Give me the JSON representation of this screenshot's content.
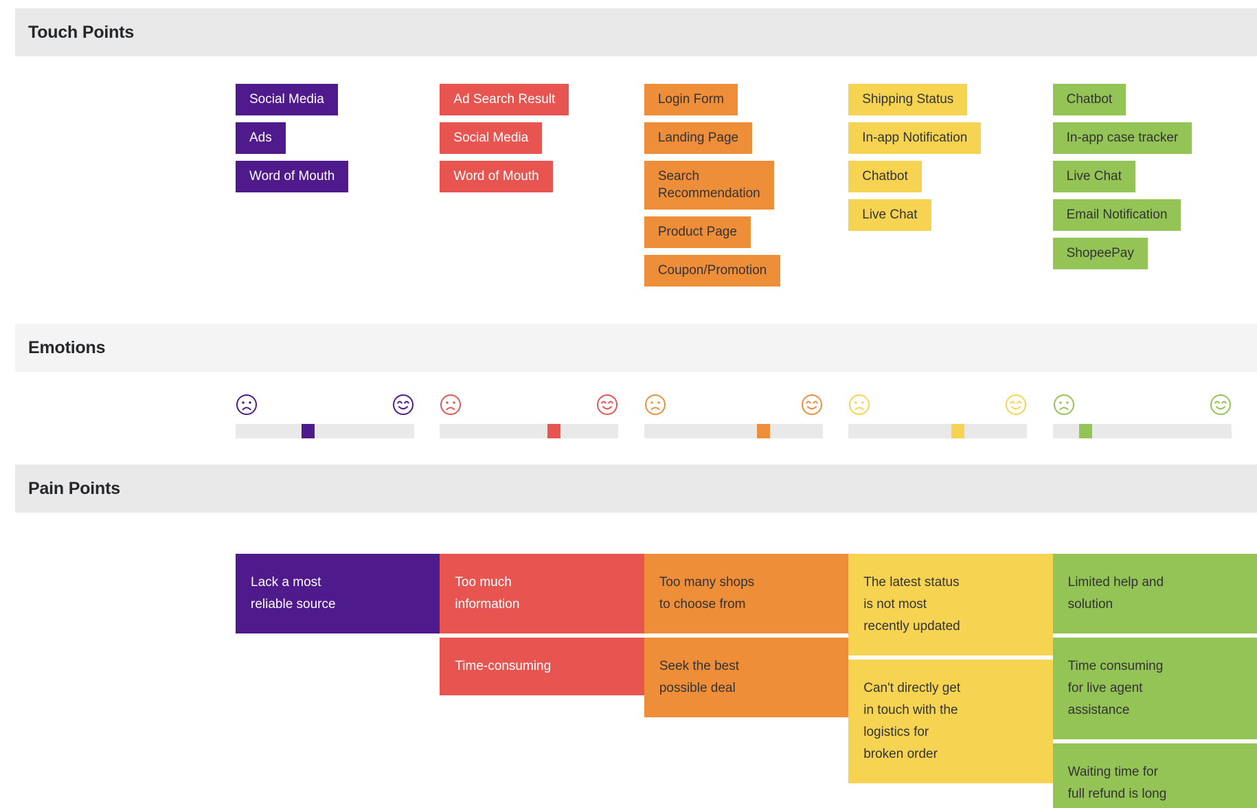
{
  "sections": {
    "touch_points_title": "Touch Points",
    "emotions_title": "Emotions",
    "pain_points_title": "Pain Points"
  },
  "colors": {
    "purple": "#4e1a8c",
    "red": "#e85550",
    "orange": "#ef8e39",
    "yellow": "#f6d451",
    "green": "#94c356",
    "band_dark": "#e9e9e9",
    "band_light": "#f4f4f4",
    "track": "#e9e9e9",
    "text_dark": "#333333",
    "text_light": "#ffffff"
  },
  "stages": [
    {
      "key": "awareness",
      "color": "#4e1a8c",
      "text_color": "#ffffff",
      "touch_points": [
        "Social Media",
        "Ads",
        "Word of Mouth"
      ],
      "emotion": {
        "left_face": "sad-face-icon",
        "right_face": "happy-face-icon",
        "value_percent": 40
      },
      "pain_points": [
        "Lack a most\nreliable source"
      ]
    },
    {
      "key": "consideration",
      "color": "#e85550",
      "text_color": "#ffffff",
      "touch_points": [
        "Ad Search Result",
        "Social Media",
        "Word of Mouth"
      ],
      "emotion": {
        "left_face": "sad-face-icon",
        "right_face": "happy-face-icon",
        "value_percent": 65
      },
      "pain_points": [
        "Too much\ninformation",
        "Time-consuming"
      ]
    },
    {
      "key": "purchase",
      "color": "#ef8e39",
      "text_color": "#333333",
      "touch_points": [
        "Login Form",
        "Landing Page",
        "Search\nRecommendation",
        "Product Page",
        "Coupon/Promotion"
      ],
      "emotion": {
        "left_face": "sad-face-icon",
        "right_face": "happy-face-icon",
        "value_percent": 68
      },
      "pain_points": [
        "Too many shops\nto choose from",
        "Seek the best\npossible deal"
      ]
    },
    {
      "key": "delivery",
      "color": "#f6d451",
      "text_color": "#333333",
      "touch_points": [
        "Shipping Status",
        "In-app Notification",
        "Chatbot",
        "Live Chat"
      ],
      "emotion": {
        "left_face": "sad-face-icon",
        "right_face": "happy-face-icon",
        "value_percent": 62
      },
      "pain_points": [
        "The latest status\nis not most\nrecently updated",
        "Can't directly get\nin touch with the\nlogistics for\nbroken order"
      ]
    },
    {
      "key": "after-sales",
      "color": "#94c356",
      "text_color": "#333333",
      "touch_points": [
        "Chatbot",
        "In-app case tracker",
        "Live Chat",
        "Email Notification",
        "ShopeePay"
      ],
      "emotion": {
        "left_face": "sad-face-icon",
        "right_face": "happy-face-icon",
        "value_percent": 16
      },
      "pain_points": [
        "Limited help and\nsolution",
        "Time consuming\nfor live agent\nassistance",
        "Waiting time for\nfull refund is long"
      ]
    }
  ]
}
